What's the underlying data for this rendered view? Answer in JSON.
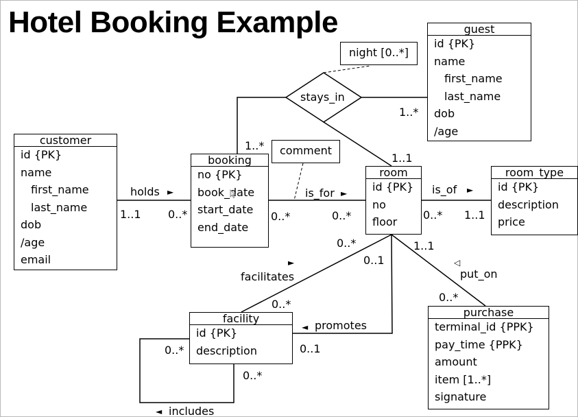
{
  "title": "Hotel Booking Example",
  "classes": {
    "customer": {
      "name": "customer",
      "attrs": [
        "id {PK}",
        "name",
        "first_name",
        "last_name",
        "dob",
        "/age",
        "email"
      ]
    },
    "booking": {
      "name": "booking",
      "attrs": [
        "no {PK}",
        "book_date",
        "start_date",
        "end_date"
      ]
    },
    "guest": {
      "name": "guest",
      "attrs": [
        "id {PK}",
        "name",
        "first_name",
        "last_name",
        "dob",
        "/age"
      ]
    },
    "room": {
      "name": "room",
      "attrs": [
        "id {PK}",
        "no",
        "floor"
      ]
    },
    "room_type": {
      "name": "room_type",
      "attrs": [
        "id {PK}",
        "description",
        "price"
      ]
    },
    "facility": {
      "name": "facility",
      "attrs": [
        "id {PK}",
        "description"
      ]
    },
    "purchase": {
      "name": "purchase",
      "attrs": [
        "terminal_id {PPK}",
        "pay_time {PPK}",
        "amount",
        "item [1..*]",
        "signature"
      ]
    }
  },
  "notes": {
    "night": "night [0..*]",
    "comment": "comment"
  },
  "association": "stays_in",
  "labels": {
    "holds": "holds",
    "is_for": "is_for",
    "is_of": "is_of",
    "facilitates": "facilitates",
    "put_on": "put_on",
    "promotes": "promotes",
    "includes": "includes"
  },
  "arrows": {
    "right": "►",
    "left": "◄",
    "open_up": "◁"
  },
  "multiplicity": {
    "customer_holds": "1..1",
    "booking_holds": "0..*",
    "booking_stays": "1..*",
    "guest_stays": "1..*",
    "room_stays": "1..1",
    "booking_is_for": "0..*",
    "room_is_for": "0..*",
    "room_is_of": "0..*",
    "room_type_is_of": "1..1",
    "room_facilitates": "0..*",
    "room_promotes": "0..1",
    "room_put_on": "1..1",
    "facility_facilitates": "0..*",
    "facility_promotes": "0..1",
    "facility_includes_a": "0..*",
    "facility_includes_b": "0..*",
    "purchase_put_on": "0..*"
  }
}
